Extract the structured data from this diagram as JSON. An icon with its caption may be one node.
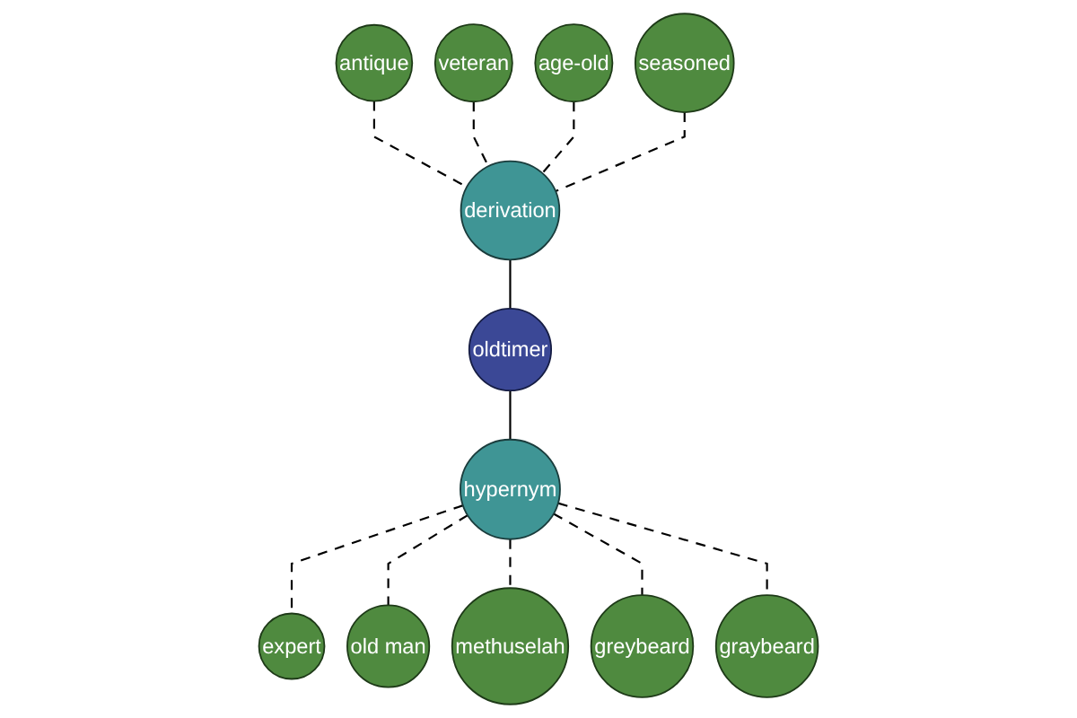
{
  "diagram": {
    "nodes": [
      {
        "text": [
          "antique"
        ]
      },
      {
        "text": [
          "veteran"
        ]
      },
      {
        "text": [
          "derivation"
        ]
      },
      {
        "text": [
          "age-old"
        ]
      },
      {
        "text": [
          "seasoned"
        ]
      },
      {
        "text": [
          "oldtimer"
        ]
      },
      {
        "text": [
          "expert"
        ]
      },
      {
        "text": [
          "hypernym"
        ]
      },
      {
        "text": [
          "old man"
        ]
      },
      {
        "text": [
          "graybeard"
        ]
      },
      {
        "text": [
          "greybeard"
        ]
      },
      {
        "text": [
          "methuselah"
        ]
      }
    ],
    "edges": [
      {
        "from": 0,
        "to": 2,
        "arrow": "none",
        "style": "dashed"
      },
      {
        "from": 1,
        "to": 2,
        "arrow": "none",
        "style": "dashed"
      },
      {
        "from": 3,
        "to": 2,
        "arrow": "none",
        "style": "dashed"
      },
      {
        "from": 4,
        "to": 2,
        "arrow": "none",
        "style": "dashed"
      },
      {
        "from": 2,
        "to": 5,
        "arrow": "none"
      },
      {
        "from": 5,
        "to": 7,
        "arrow": "none"
      },
      {
        "from": 7,
        "to": 6,
        "arrow": "none",
        "style": "dashed"
      },
      {
        "from": 7,
        "to": 8,
        "arrow": "none",
        "style": "dashed"
      },
      {
        "from": 7,
        "to": 11,
        "arrow": "none",
        "style": "dashed"
      },
      {
        "from": 7,
        "to": 10,
        "arrow": "none",
        "style": "dashed"
      },
      {
        "from": 7,
        "to": 9,
        "arrow": "none",
        "style": "dashed"
      }
    ]
  }
}
